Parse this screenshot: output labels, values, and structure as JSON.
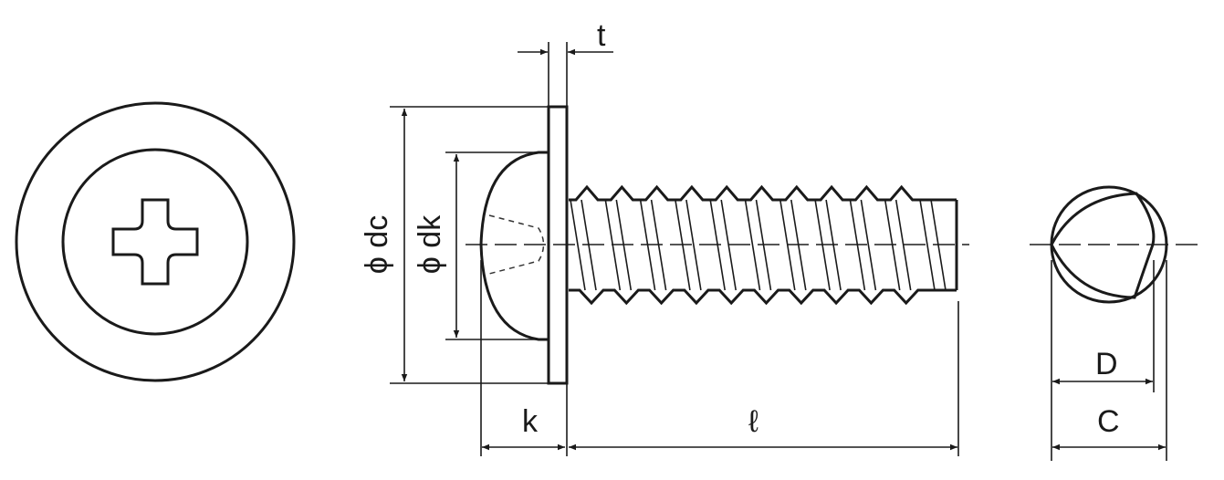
{
  "title": "Pan washer head tapping screw dimension drawing",
  "labels": {
    "t": "t",
    "dc": "ϕ dc",
    "dk": "ϕ dk",
    "k": "k",
    "l": "ℓ",
    "D": "D",
    "C": "C"
  },
  "colors": {
    "line": "#1a1a1a",
    "centerline": "#555555",
    "background": "#ffffff"
  },
  "thread_crests": 10
}
